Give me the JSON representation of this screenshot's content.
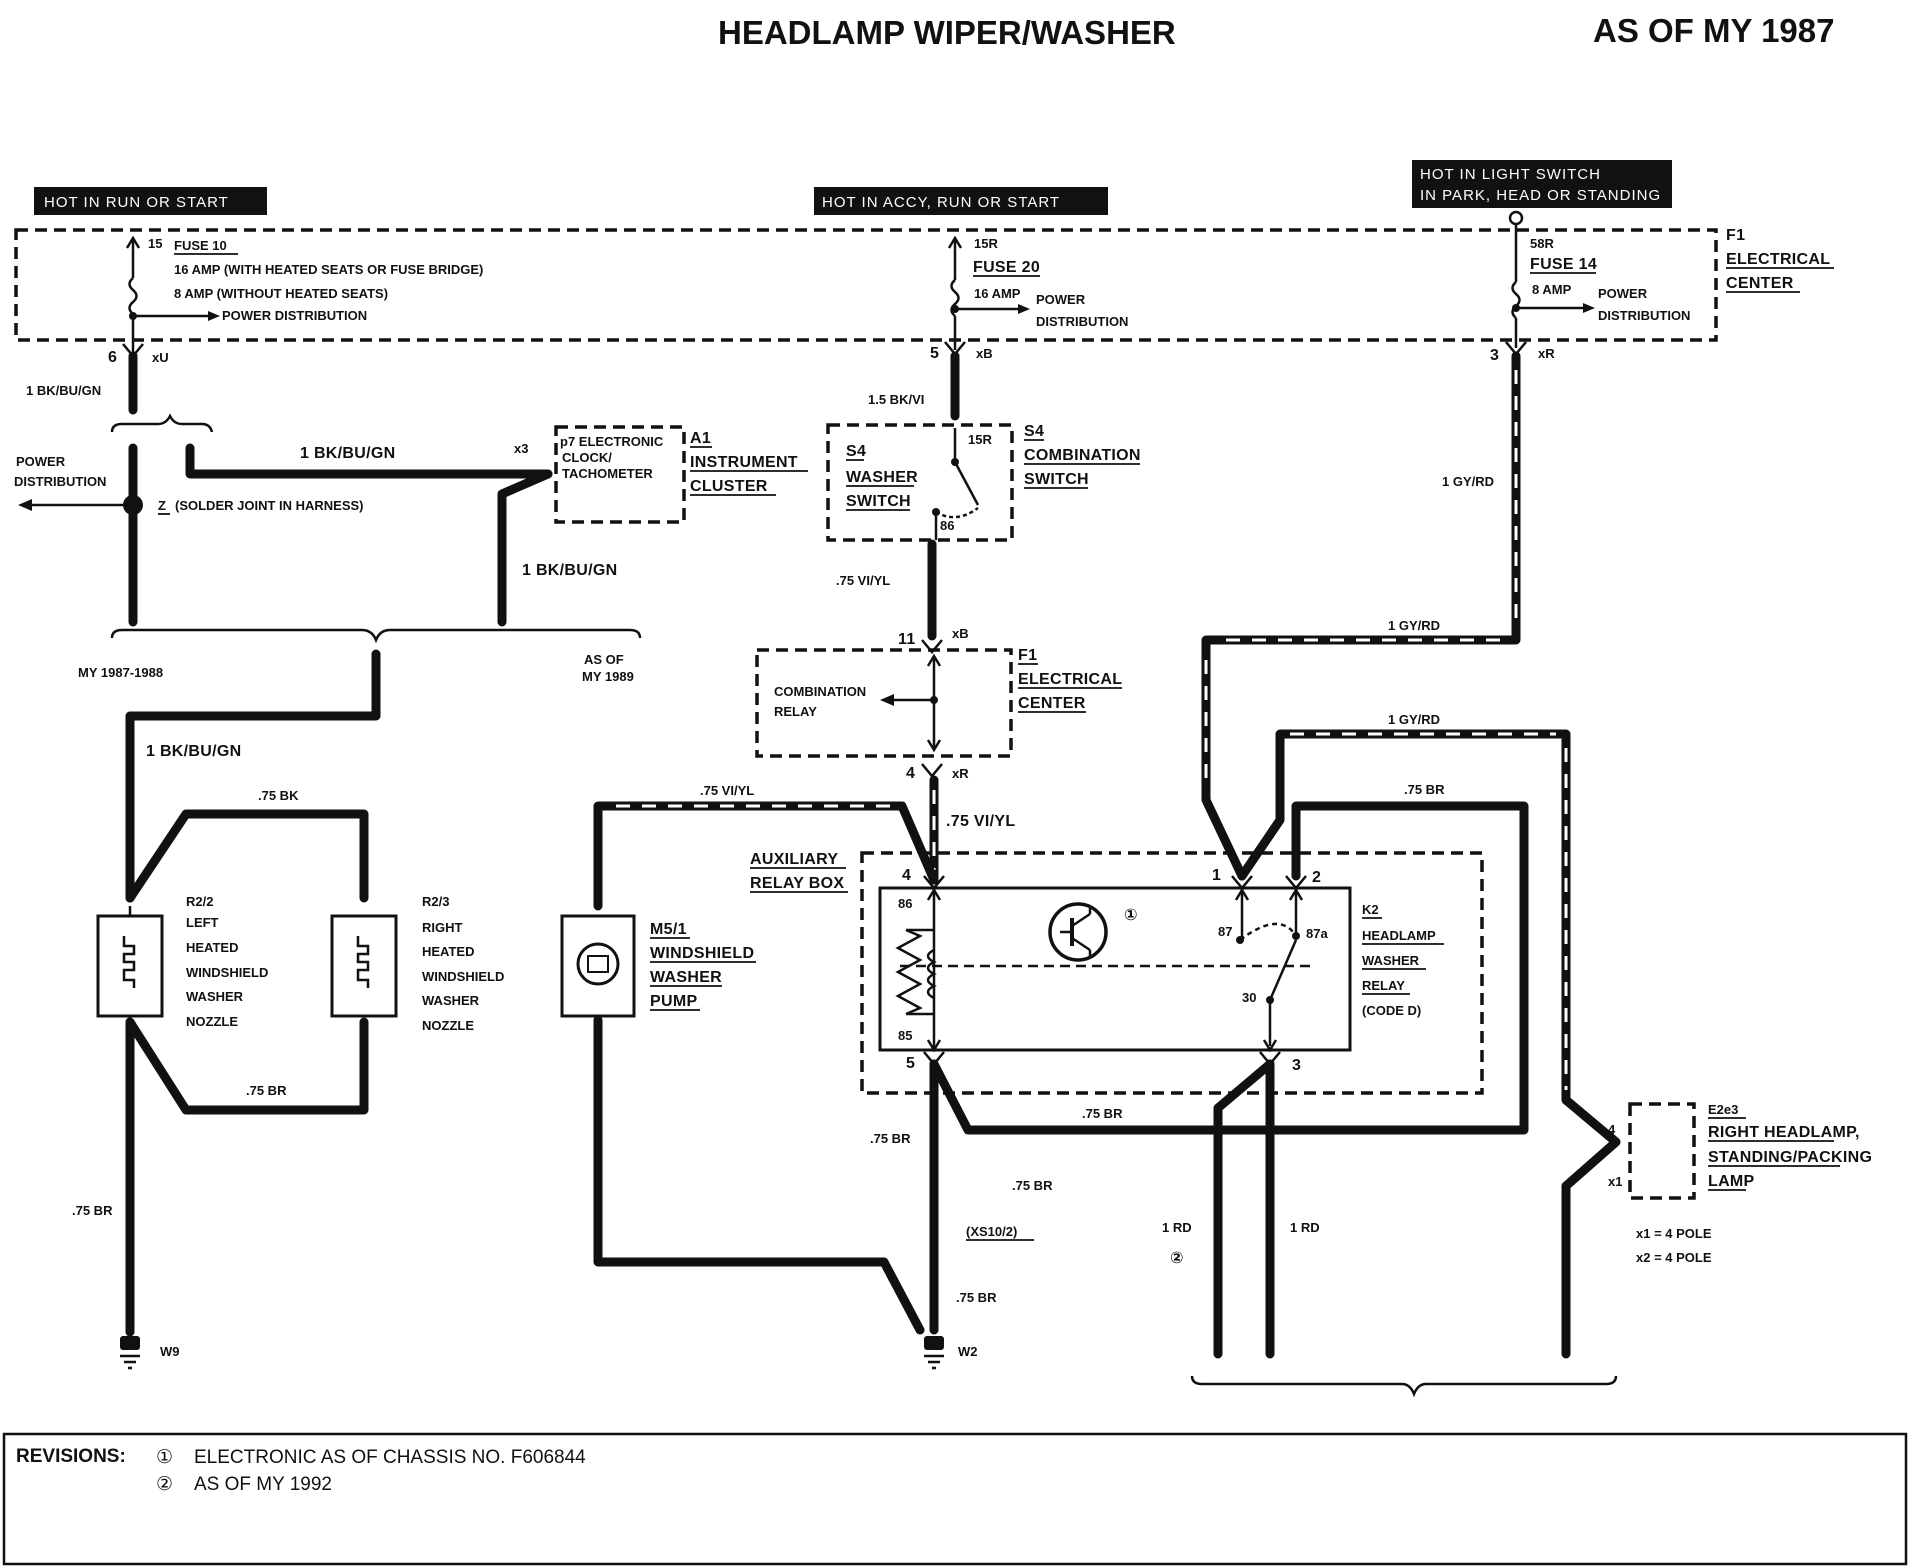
{
  "title": "HEADLAMP WIPER/WASHER",
  "as_of": "AS OF MY 1987",
  "hot_labels": {
    "run_start": "HOT IN RUN OR START",
    "accy_run_start": "HOT IN ACCY, RUN OR START",
    "light_switch_1": "HOT IN LIGHT SWITCH",
    "light_switch_2": "IN PARK, HEAD OR STANDING"
  },
  "fuses": {
    "fuse10": {
      "terminal": "15",
      "name": "FUSE 10",
      "line1": "16 AMP (WITH HEATED SEATS OR FUSE BRIDGE)",
      "line2": "8 AMP (WITHOUT HEATED SEATS)",
      "dist": "POWER DISTRIBUTION",
      "pin": "6",
      "conn": "xU"
    },
    "fuse20": {
      "terminal": "15R",
      "name": "FUSE 20",
      "amp": "16 AMP",
      "dist1": "POWER",
      "dist2": "DISTRIBUTION",
      "pin": "5",
      "conn": "xB"
    },
    "fuse14": {
      "terminal": "58R",
      "name": "FUSE 14",
      "amp": "8 AMP",
      "dist1": "POWER",
      "dist2": "DISTRIBUTION",
      "pin": "3",
      "conn": "xR"
    }
  },
  "f1_center": {
    "id": "F1",
    "line1": "ELECTRICAL",
    "line2": "CENTER"
  },
  "wires": {
    "w_1bkbugn": "1 BK/BU/GN",
    "w_15bkvi": "1.5 BK/VI",
    "w_1gyrd": "1 GY/RD",
    "w_75viyl": ".75 VI/YL",
    "w_75bk": ".75 BK",
    "w_75br": ".75 BR",
    "w_1rd": "1 RD"
  },
  "power_dist": {
    "line1": "POWER",
    "line2": "DISTRIBUTION"
  },
  "solder_joint": {
    "id": "Z",
    "text": "(SOLDER JOINT IN HARNESS)"
  },
  "instrument": {
    "pin": "x3",
    "line1": "p7 ELECTRONIC",
    "line2": "CLOCK/",
    "line3": "TACHOMETER",
    "id": "A1",
    "name1": "INSTRUMENT",
    "name2": "CLUSTER"
  },
  "my_ranges": {
    "left": "MY 1987-1988",
    "right1": "AS OF",
    "right2": "MY 1989"
  },
  "s4": {
    "id": "S4",
    "washer1": "WASHER",
    "washer2": "SWITCH",
    "t15r": "15R",
    "t86": "86",
    "name1": "COMBINATION",
    "name2": "SWITCH"
  },
  "f1_relay": {
    "pin_top": "11",
    "conn_top": "xB",
    "line1": "COMBINATION",
    "line2": "RELAY",
    "id": "F1",
    "name1": "ELECTRICAL",
    "name2": "CENTER",
    "pin_bot": "4",
    "conn_bot": "xR"
  },
  "r22": {
    "id": "R2/2",
    "l1": "LEFT",
    "l2": "HEATED",
    "l3": "WINDSHIELD",
    "l4": "WASHER",
    "l5": "NOZZLE"
  },
  "r23": {
    "id": "R2/3",
    "l1": "RIGHT",
    "l2": "HEATED",
    "l3": "WINDSHIELD",
    "l4": "WASHER",
    "l5": "NOZZLE"
  },
  "m51": {
    "id": "M5/1",
    "l1": "WINDSHIELD",
    "l2": "WASHER",
    "l3": "PUMP"
  },
  "aux_box": {
    "l1": "AUXILIARY",
    "l2": "RELAY BOX",
    "p4": "4",
    "p1": "1",
    "p2": "2",
    "p5": "5",
    "p3": "3",
    "t86": "86",
    "t85": "85",
    "t87": "87",
    "t87a": "87a",
    "t30": "30",
    "circle1": "①"
  },
  "k2": {
    "id": "K2",
    "l1": "HEADLAMP",
    "l2": "WASHER",
    "l3": "RELAY",
    "l4": "(CODE D)"
  },
  "e2e3": {
    "id": "E2e3",
    "l1": "RIGHT HEADLAMP,",
    "l2": "STANDING/PACKING",
    "l3": "LAMP",
    "pin": "4",
    "conn": "x1",
    "note1": "x1 = 4 POLE",
    "note2": "x2 = 4 POLE"
  },
  "xs10": "(XS10/2)",
  "circle2": "②",
  "grounds": {
    "w9": "W9",
    "w2": "W2"
  },
  "revisions": {
    "label": "REVISIONS:",
    "r1_num": "①",
    "r1_text": "ELECTRONIC AS OF CHASSIS NO. F606844",
    "r2_num": "②",
    "r2_text": "AS OF MY 1992"
  }
}
